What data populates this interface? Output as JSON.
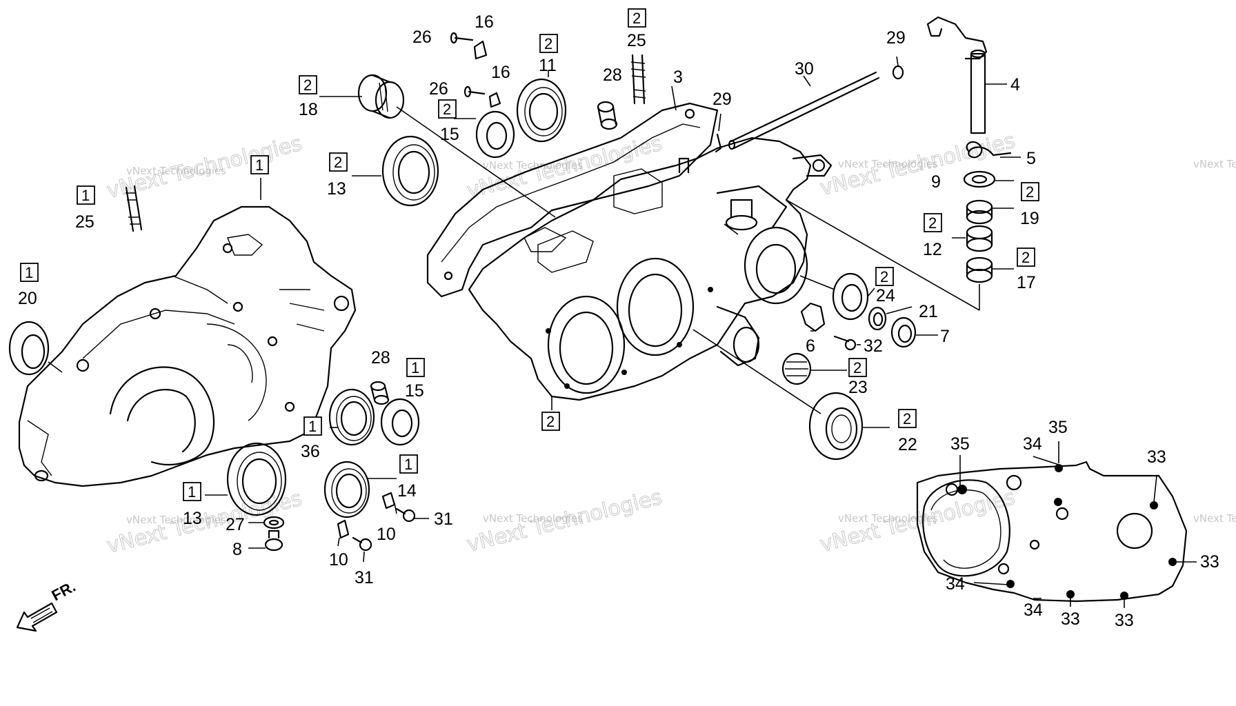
{
  "watermark": {
    "small": "vNext Technologies",
    "big": "vNext Technologies"
  },
  "direction_label": "FR.",
  "callouts": [
    {
      "id": "c-26a",
      "num": "26"
    },
    {
      "id": "c-16a",
      "num": "16"
    },
    {
      "id": "c-26b",
      "num": "26"
    },
    {
      "id": "c-16b",
      "num": "16"
    },
    {
      "id": "c-11",
      "num": "11",
      "box": "2"
    },
    {
      "id": "c-25a",
      "num": "25",
      "box": "2"
    },
    {
      "id": "c-28a",
      "num": "28"
    },
    {
      "id": "c-3",
      "num": "3"
    },
    {
      "id": "c-29a",
      "num": "29"
    },
    {
      "id": "c-30",
      "num": "30"
    },
    {
      "id": "c-29b",
      "num": "29"
    },
    {
      "id": "c-4",
      "num": "4"
    },
    {
      "id": "c-18",
      "num": "18",
      "box": "2"
    },
    {
      "id": "c-15a",
      "num": "15",
      "box": "2"
    },
    {
      "id": "c-13a",
      "num": "13",
      "box": "2"
    },
    {
      "id": "c-5",
      "num": "5"
    },
    {
      "id": "c-9",
      "num": "9"
    },
    {
      "id": "c-19",
      "num": "19",
      "box": "2"
    },
    {
      "id": "c-12",
      "num": "12",
      "box": "2"
    },
    {
      "id": "c-17",
      "num": "17",
      "box": "2"
    },
    {
      "id": "c-24",
      "num": "24",
      "box": "2"
    },
    {
      "id": "c-21",
      "num": "21"
    },
    {
      "id": "c-7",
      "num": "7"
    },
    {
      "id": "c-6",
      "num": "6"
    },
    {
      "id": "c-32",
      "num": "32"
    },
    {
      "id": "c-23",
      "num": "23",
      "box": "2"
    },
    {
      "id": "c-22",
      "num": "22",
      "box": "2"
    },
    {
      "id": "c-case-r",
      "box": "2"
    },
    {
      "id": "c-case-l",
      "box": "1"
    },
    {
      "id": "c-25b",
      "num": "25",
      "box": "1"
    },
    {
      "id": "c-20",
      "num": "20",
      "box": "1"
    },
    {
      "id": "c-28b",
      "num": "28"
    },
    {
      "id": "c-15b",
      "num": "15",
      "box": "1"
    },
    {
      "id": "c-36",
      "num": "36",
      "box": "1"
    },
    {
      "id": "c-14",
      "num": "14",
      "box": "1"
    },
    {
      "id": "c-13b",
      "num": "13",
      "box": "1"
    },
    {
      "id": "c-27",
      "num": "27"
    },
    {
      "id": "c-8",
      "num": "8"
    },
    {
      "id": "c-10a",
      "num": "10"
    },
    {
      "id": "c-10b",
      "num": "10"
    },
    {
      "id": "c-31a",
      "num": "31"
    },
    {
      "id": "c-31b",
      "num": "31"
    },
    {
      "id": "c-35a",
      "num": "35"
    },
    {
      "id": "c-34a",
      "num": "34"
    },
    {
      "id": "c-35b",
      "num": "35"
    },
    {
      "id": "c-33a",
      "num": "33"
    },
    {
      "id": "c-33b",
      "num": "33"
    },
    {
      "id": "c-34b",
      "num": "34"
    },
    {
      "id": "c-34c",
      "num": "34"
    },
    {
      "id": "c-33c",
      "num": "33"
    },
    {
      "id": "c-33d",
      "num": "33"
    }
  ]
}
